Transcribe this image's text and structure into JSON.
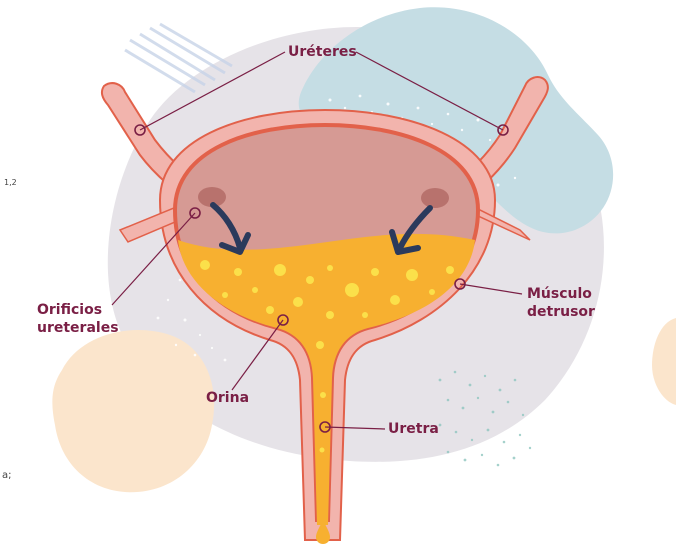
{
  "labels": {
    "ureteres": "Uréteres",
    "orificios_line1": "Orificios",
    "orificios_line2": "ureterales",
    "musculo_line1": "Músculo",
    "musculo_line2": "detrusor",
    "orina": "Orina",
    "uretra": "Uretra"
  },
  "edge_fragments": {
    "superscript": "1,2",
    "left_char": "a;"
  },
  "colors": {
    "label_text": "#7a1f45",
    "bladder_wall": "#f2b4ad",
    "muscle_outline": "#e2614a",
    "bladder_interior": "#d69a94",
    "urine": "#f7b030",
    "urine_bubbles": "#fbe04a",
    "arrow": "#2b3a5c",
    "background_blob": "#e6e3e8",
    "blue_blob": "#c5dde4",
    "peach_blob": "#fbe5cc"
  }
}
